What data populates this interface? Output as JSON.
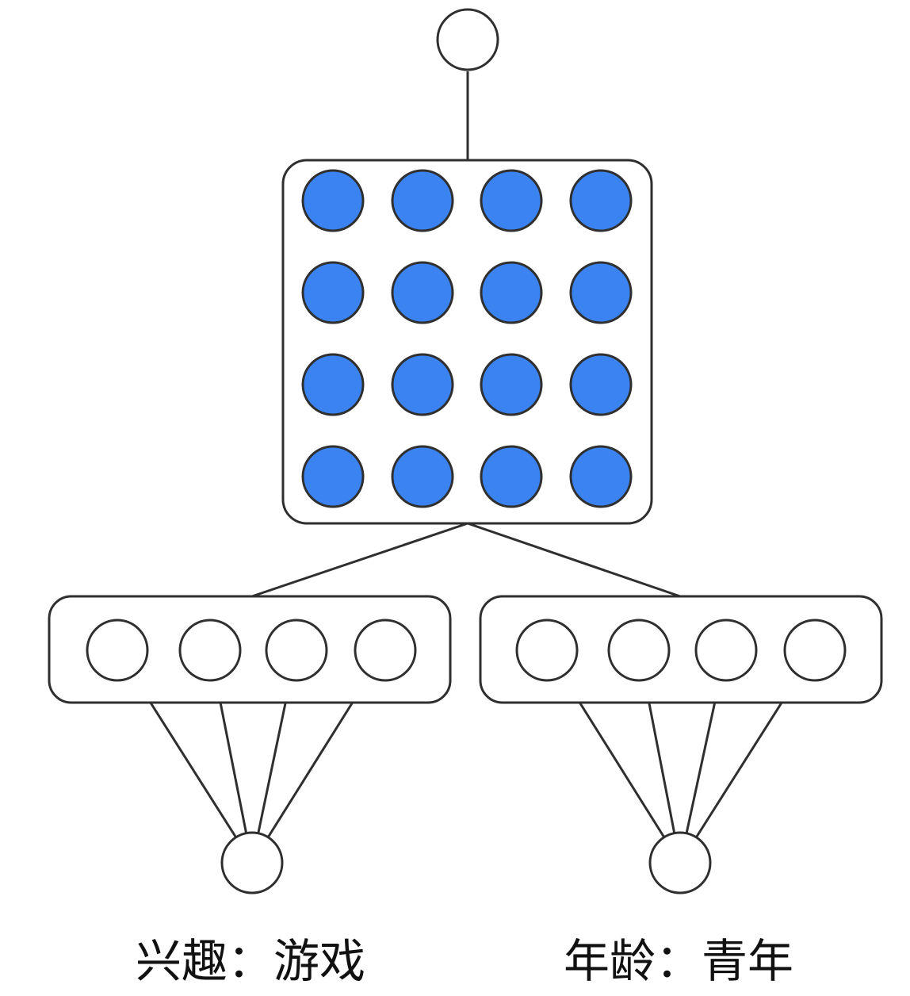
{
  "colors": {
    "line": "#2f2f2f",
    "filled_node": "#3a83f1",
    "empty_node": "#ffffff"
  },
  "embedding_grid": {
    "rows": 4,
    "columns": 4,
    "node_style": "filled"
  },
  "feature_groups": [
    {
      "label": "兴趣：游戏",
      "nodes": 4
    },
    {
      "label": "年龄：青年",
      "nodes": 4
    }
  ]
}
